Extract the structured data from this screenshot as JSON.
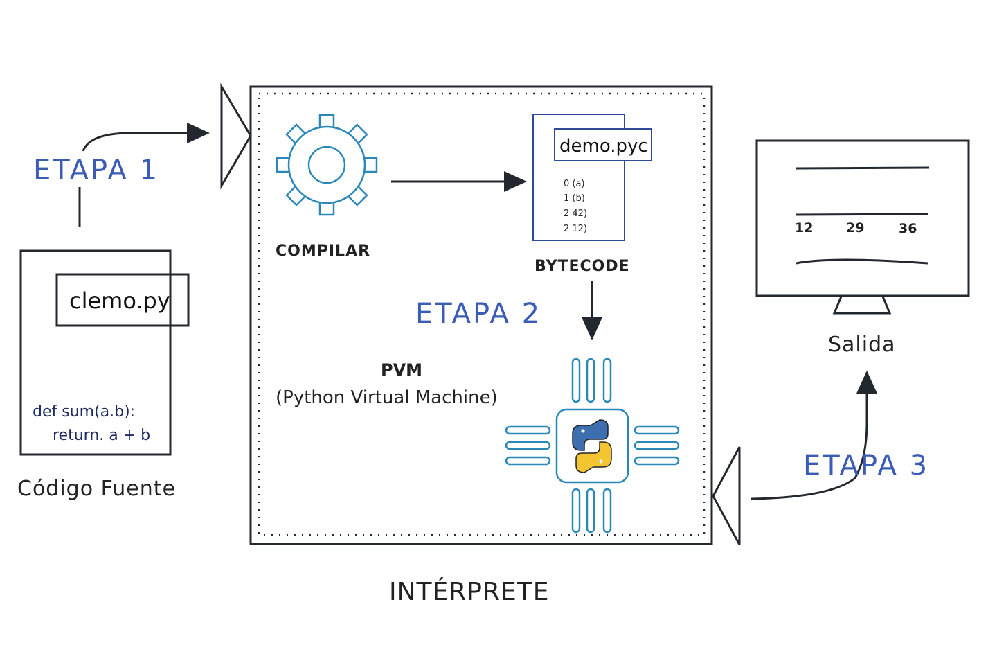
{
  "stages": {
    "stage1": "ETAPA 1",
    "stage2": "ETAPA 2",
    "stage3": "ETAPA 3"
  },
  "source": {
    "filename": "clemo.py",
    "code_line1": "def sum(a.b):",
    "code_line2": "return. a + b",
    "caption": "Código Fuente"
  },
  "interpreter": {
    "caption": "INTÉRPRETE",
    "compile_label": "COMPILAR",
    "bytecode": {
      "filename": "demo.pyc",
      "lines": [
        "0 (a)",
        "1 (b)",
        "2 42)",
        "2 12)"
      ],
      "label": "BYTECODE"
    },
    "pvm": {
      "title": "PVM",
      "subtitle": "(Python Virtual Machine)"
    }
  },
  "output": {
    "values": [
      "12",
      "29",
      "36"
    ],
    "caption": "Salida"
  },
  "colors": {
    "stage": "#3b5cb5",
    "icon": "#2a88b8",
    "code": "#1f2b5c",
    "source_fill": "#eef8fb"
  }
}
